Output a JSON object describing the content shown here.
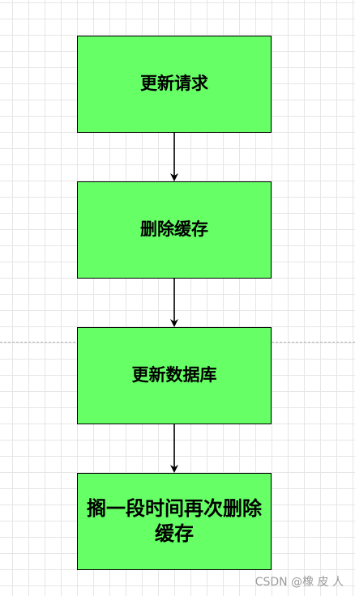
{
  "diagram": {
    "nodes": [
      {
        "id": "n1",
        "label": "更新请求"
      },
      {
        "id": "n2",
        "label": "删除缓存"
      },
      {
        "id": "n3",
        "label": "更新数据库"
      },
      {
        "id": "n4",
        "label": "搁一段时间再次删除缓存"
      }
    ],
    "edges": [
      {
        "from": "n1",
        "to": "n2"
      },
      {
        "from": "n2",
        "to": "n3"
      },
      {
        "from": "n3",
        "to": "n4"
      }
    ],
    "colors": {
      "node_fill": "#66ff66",
      "node_border": "#000000",
      "edge": "#000000",
      "grid": "#e6e6e6"
    }
  },
  "watermark": "CSDN @橡 皮 人"
}
